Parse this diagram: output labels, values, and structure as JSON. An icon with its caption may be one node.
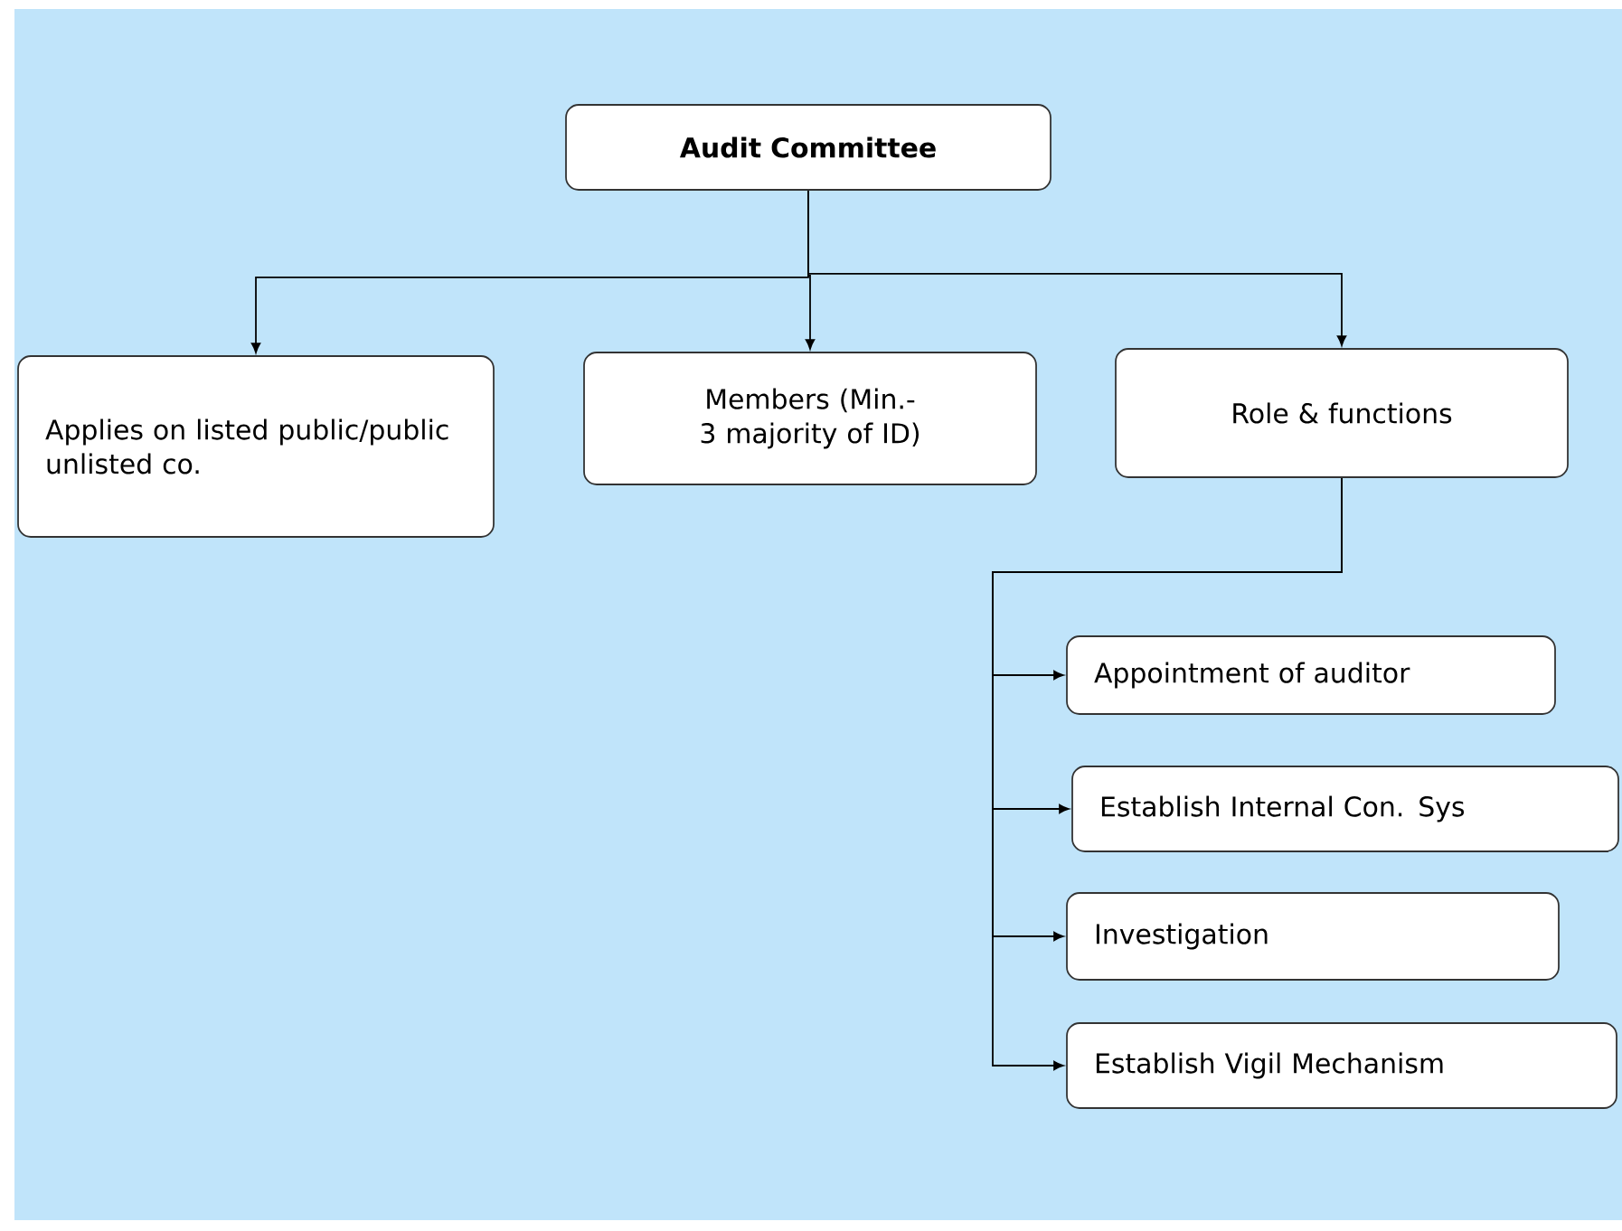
{
  "diagram": {
    "nodes": [
      {
        "text": [
          "Audit Committee"
        ]
      },
      {
        "text": [
          "Applies on listed public/public unlisted co."
        ]
      },
      {
        "text": [
          "Members (Min.-3 majority of ID)"
        ]
      },
      {
        "text": [
          "Role & functions"
        ]
      },
      {
        "text": [
          "Appointment of auditor"
        ]
      },
      {
        "text": [
          "Establish Internal Con. Sys"
        ]
      },
      {
        "text": [
          "Investigation"
        ]
      },
      {
        "text": [
          "Establish Vigil Mechanism"
        ]
      }
    ],
    "edges": [
      {
        "from": 0,
        "to": 1,
        "arrow": "to"
      },
      {
        "from": 0,
        "to": 2,
        "arrow": "to"
      },
      {
        "from": 0,
        "to": 3,
        "arrow": "to"
      },
      {
        "from": 3,
        "to": 4,
        "arrow": "to"
      },
      {
        "from": 3,
        "to": 5,
        "arrow": "to"
      },
      {
        "from": 3,
        "to": 6,
        "arrow": "to"
      },
      {
        "from": 3,
        "to": 7,
        "arrow": "to"
      }
    ]
  }
}
